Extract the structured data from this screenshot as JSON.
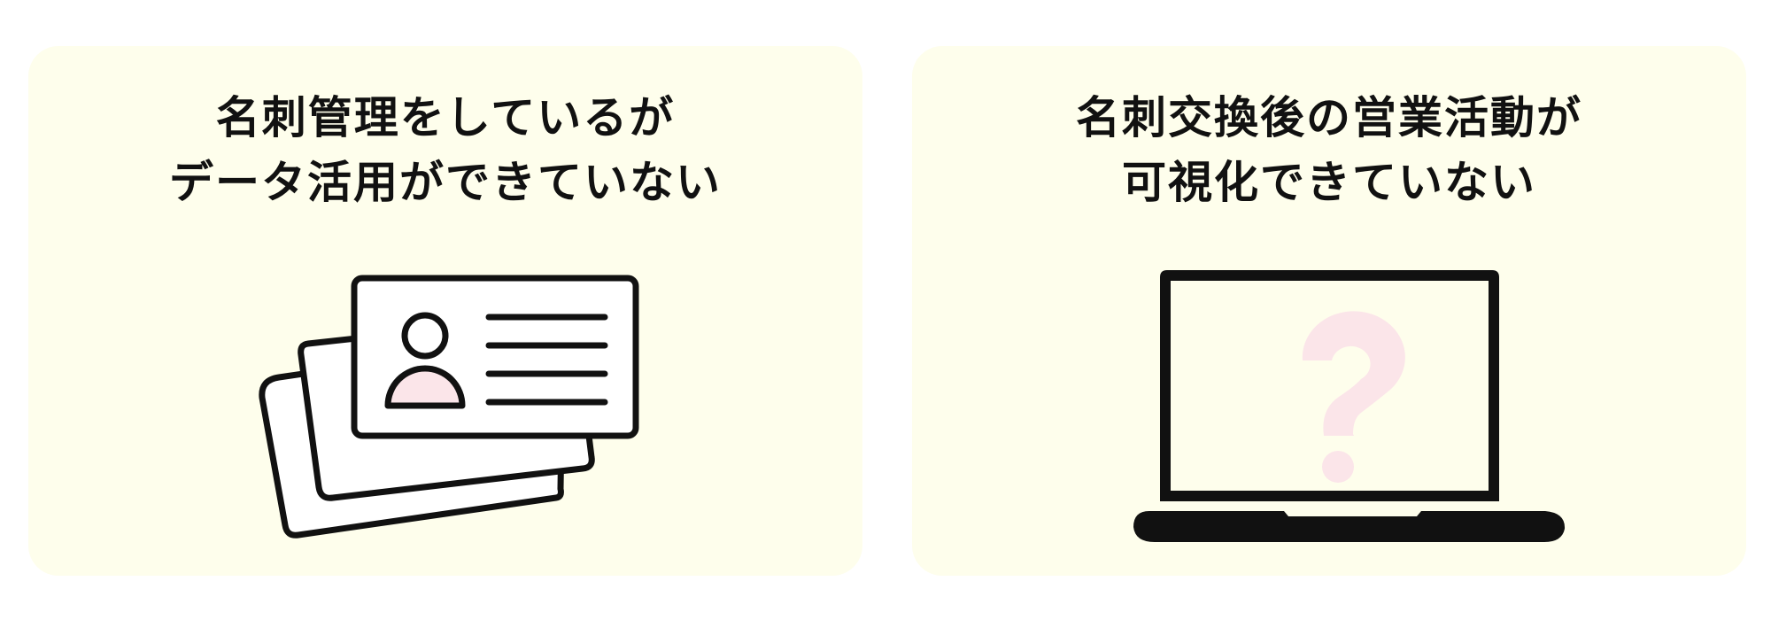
{
  "colors": {
    "panel_background": "#fefeec",
    "ink": "#111111",
    "accent_pink": "#fbe5e9"
  },
  "panels": [
    {
      "title_lines": [
        "名刺管理をしているが",
        "データ活用ができていない"
      ],
      "icon": "business-cards-icon"
    },
    {
      "title_lines": [
        "名刺交換後の営業活動が",
        "可視化できていない"
      ],
      "icon": "laptop-question-icon"
    }
  ]
}
